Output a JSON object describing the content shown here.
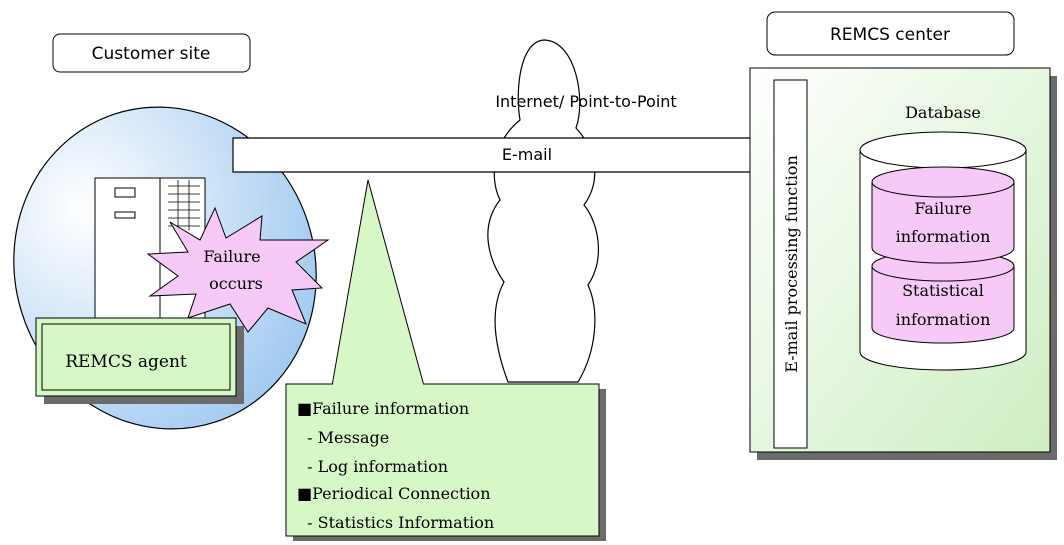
{
  "customer_site": {
    "label": "Customer site"
  },
  "remcs_center": {
    "label": "REMCS center"
  },
  "network": {
    "label": "Internet/ Point-to-Point"
  },
  "email_arrow": {
    "label": "E-mail"
  },
  "failure_burst": {
    "line1": "Failure",
    "line2": "occurs"
  },
  "agent": {
    "label": "REMCS agent"
  },
  "callout": {
    "lines": [
      "■Failure information",
      "  - Message",
      "  - Log information",
      "■Periodical Connection",
      "  - Statistics Information"
    ]
  },
  "email_function": {
    "label": "E-mail processing function"
  },
  "database": {
    "label": "Database",
    "failure_line1": "Failure",
    "failure_line2": "information",
    "stat_line1": "Statistical",
    "stat_line2": "information"
  },
  "colors": {
    "green_fill": "#d6f7c6",
    "pink_fill": "#f7c9f7",
    "blue_fill": "#a8cff3"
  }
}
